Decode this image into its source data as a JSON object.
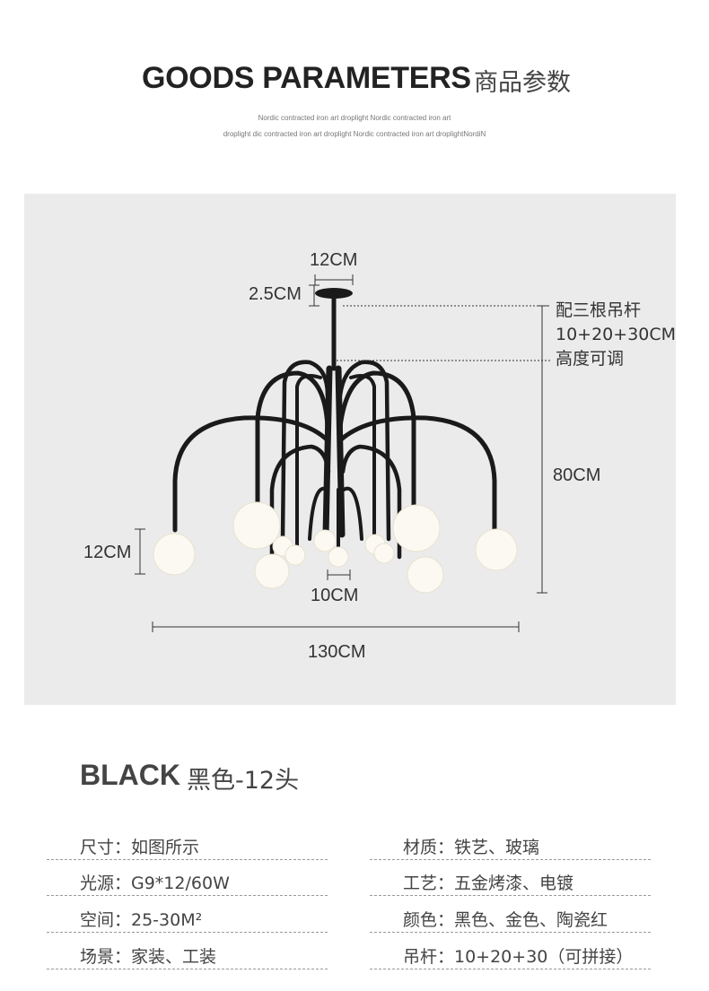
{
  "header": {
    "title_en": "GOODS PARAMETERS",
    "title_cn": "商品参数",
    "subtitle_line1": "Nordic contracted iron art droplight Nordic contracted iron art",
    "subtitle_line2": "droplight dic contracted iron art droplight Nordic contracted iron art droplightNordiN"
  },
  "diagram": {
    "canopy_width": "12CM",
    "canopy_height": "2.5CM",
    "rod_note_line1": "配三根吊杆",
    "rod_note_line2": "10+20+30CM",
    "rod_note_line3": "高度可调",
    "height": "80CM",
    "large_globe": "12CM",
    "small_globe": "10CM",
    "total_width": "130CM",
    "colors": {
      "background": "#ebebeb",
      "frame": "#1a1a1a",
      "globe": "#fbf9f1"
    }
  },
  "variant": {
    "name_en": "BLACK",
    "name_cn": "黑色-12头"
  },
  "specs": {
    "left": [
      "尺寸：如图所示",
      "光源：G9*12/60W",
      "空间：25-30M²",
      "场景：家装、工装"
    ],
    "right": [
      "材质：铁艺、玻璃",
      "工艺：五金烤漆、电镀",
      "颜色：黑色、金色、陶瓷红",
      "吊杆：10+20+30（可拼接）"
    ]
  }
}
